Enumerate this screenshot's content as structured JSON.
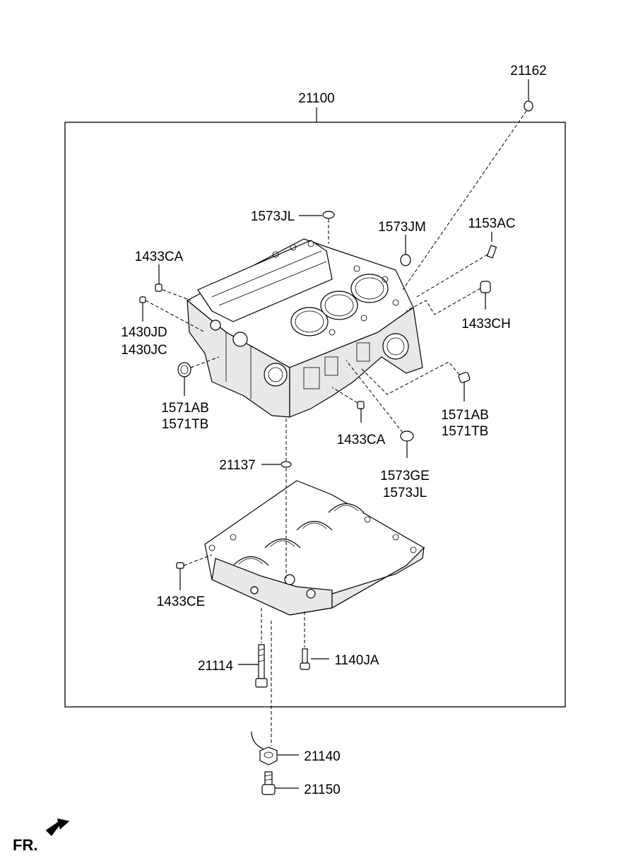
{
  "labels": {
    "p21162": "21162",
    "p21100": "21100",
    "p1573JL_top": "1573JL",
    "p1573JM": "1573JM",
    "p1153AC": "1153AC",
    "p1433CA_left": "1433CA",
    "p1430JD": "1430JD",
    "p1430JC": "1430JC",
    "p1433CH": "1433CH",
    "p1571AB_left": "1571AB",
    "p1571TB_left": "1571TB",
    "p1571AB_right": "1571AB",
    "p1571TB_right": "1571TB",
    "p1433CA_mid": "1433CA",
    "p21137": "21137",
    "p1573GE": "1573GE",
    "p1573JL_bottom": "1573JL",
    "p1433CE": "1433CE",
    "p21114": "21114",
    "p1140JA": "1140JA",
    "p21140": "21140",
    "p21150": "21150",
    "fr": "FR."
  },
  "icons": [
    "front-direction-arrow-icon"
  ]
}
